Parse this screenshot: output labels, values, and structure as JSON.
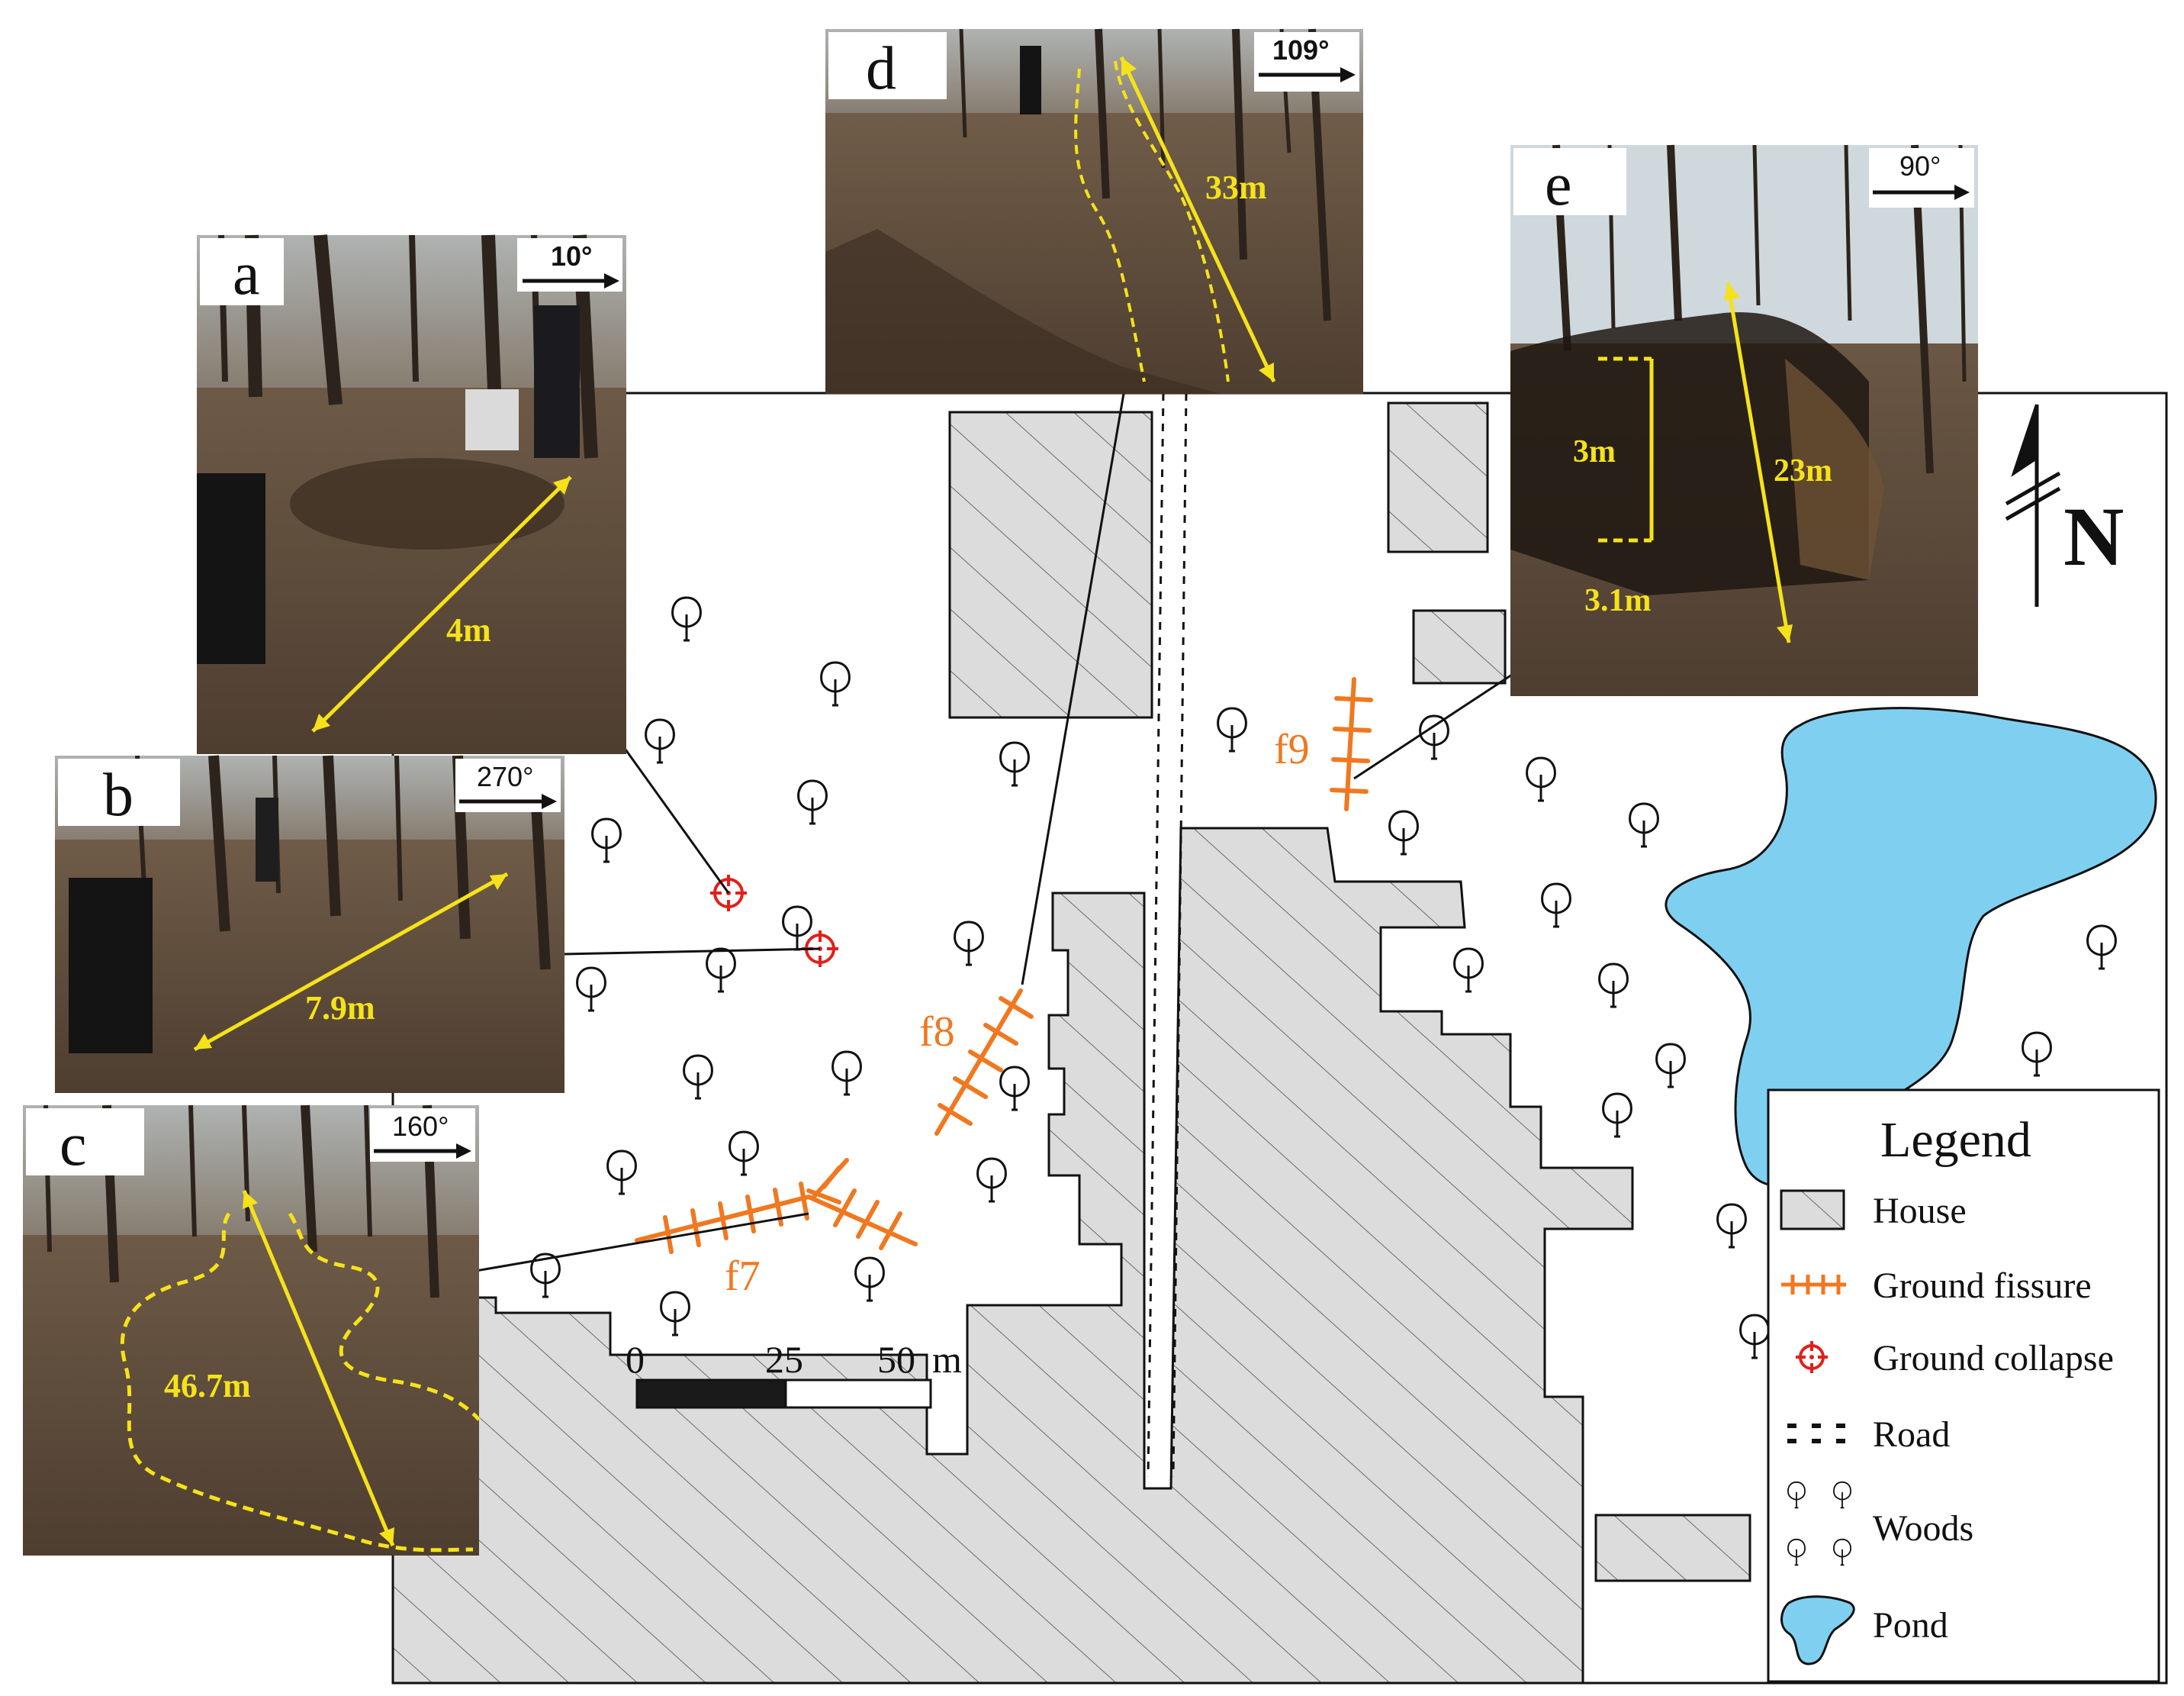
{
  "colors": {
    "house_fill": "#dcdcdc",
    "fissure": "#f07820",
    "collapse": "#e0201c",
    "pond": "#7fd0f0",
    "measure": "#f5e21a",
    "photo_ground": "#6a5642",
    "photo_tree": "#2c241c"
  },
  "north": {
    "label": "N"
  },
  "fissures": {
    "f7": "f7",
    "f8": "f8",
    "f9": "f9"
  },
  "scale": {
    "t0": "0",
    "t25": "25",
    "t50": "50",
    "unit": "m"
  },
  "photos": {
    "a": {
      "letter": "a",
      "bearing": "10°",
      "measure": "4m"
    },
    "b": {
      "letter": "b",
      "bearing": "270°",
      "measure": "7.9m"
    },
    "c": {
      "letter": "c",
      "bearing": "160°",
      "measure": "46.7m"
    },
    "d": {
      "letter": "d",
      "bearing": "109°",
      "measure": "33m"
    },
    "e": {
      "letter": "e",
      "bearing": "90°",
      "measure_depth": "3m",
      "measure_width": "3.1m",
      "measure_length": "23m"
    }
  },
  "legend": {
    "title": "Legend",
    "house": "House",
    "fissure": "Ground fissure",
    "collapse": "Ground collapse",
    "road": "Road",
    "woods": "Woods",
    "pond": "Pond"
  }
}
